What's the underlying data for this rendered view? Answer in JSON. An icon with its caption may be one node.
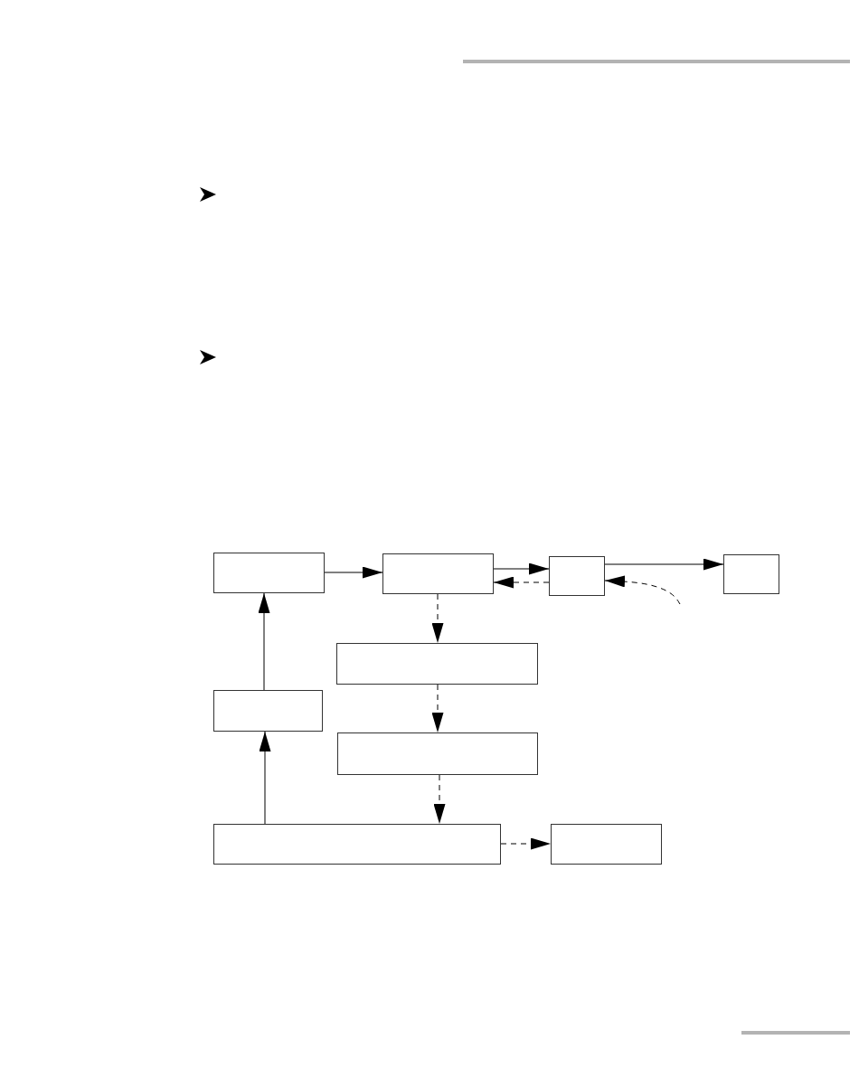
{
  "diagram": {
    "nodes": [
      {
        "text": [],
        "shape": "box"
      },
      {
        "text": [],
        "shape": "box"
      },
      {
        "text": [],
        "shape": "box"
      },
      {
        "text": [],
        "shape": "box"
      },
      {
        "text": [],
        "shape": "box"
      },
      {
        "text": [],
        "shape": "box"
      },
      {
        "text": [],
        "shape": "box"
      },
      {
        "text": [],
        "shape": "box"
      },
      {
        "text": [],
        "shape": "box"
      }
    ],
    "edges": [
      {
        "from": 0,
        "to": 1,
        "arrow": "to"
      },
      {
        "from": 1,
        "to": 2,
        "arrow": "to"
      },
      {
        "from": 2,
        "to": 3,
        "arrow": "to"
      },
      {
        "from": 2,
        "to": 1,
        "arrow": "to",
        "style": "dashed"
      },
      {
        "from": null,
        "to": 2,
        "arrow": "to",
        "style": "dashed"
      },
      {
        "from": 1,
        "to": 4,
        "arrow": "to",
        "style": "dashed"
      },
      {
        "from": 4,
        "to": 6,
        "arrow": "to",
        "style": "dashed"
      },
      {
        "from": 6,
        "to": 7,
        "arrow": "to",
        "style": "dashed"
      },
      {
        "from": 7,
        "to": 8,
        "arrow": "to",
        "style": "dashed"
      },
      {
        "from": 7,
        "to": 5,
        "arrow": "to"
      },
      {
        "from": 5,
        "to": 0,
        "arrow": "to"
      }
    ]
  }
}
